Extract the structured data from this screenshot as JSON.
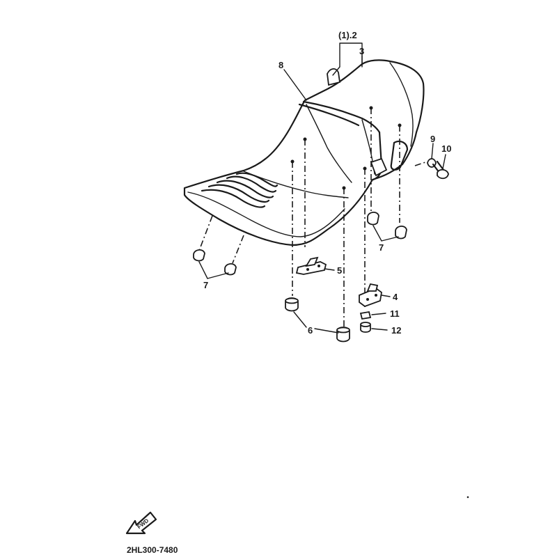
{
  "callouts": {
    "c1": "(1).2",
    "c3": "3",
    "c4": "4",
    "c5": "5",
    "c6": "6",
    "c7a": "7",
    "c7b": "7",
    "c8": "8",
    "c9": "9",
    "c10": "10",
    "c11": "11",
    "c12": "12"
  },
  "direction_arrow": {
    "label": "FWD",
    "icon": "forward-arrow-icon"
  },
  "drawing_code": "2HL300-7480"
}
